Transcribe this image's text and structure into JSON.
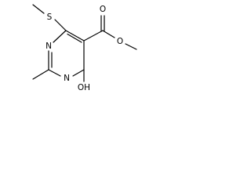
{
  "molecule": {
    "atoms": {
      "sulfur": "S",
      "carbonyl_oxygen": "O",
      "ester_oxygen": "O",
      "ring_nitrogen_left": "N",
      "ring_nitrogen_bottom": "N",
      "hydroxyl": "OH"
    },
    "colors": {
      "bond": "#000000",
      "label": "#000000",
      "background": "#ffffff"
    }
  }
}
